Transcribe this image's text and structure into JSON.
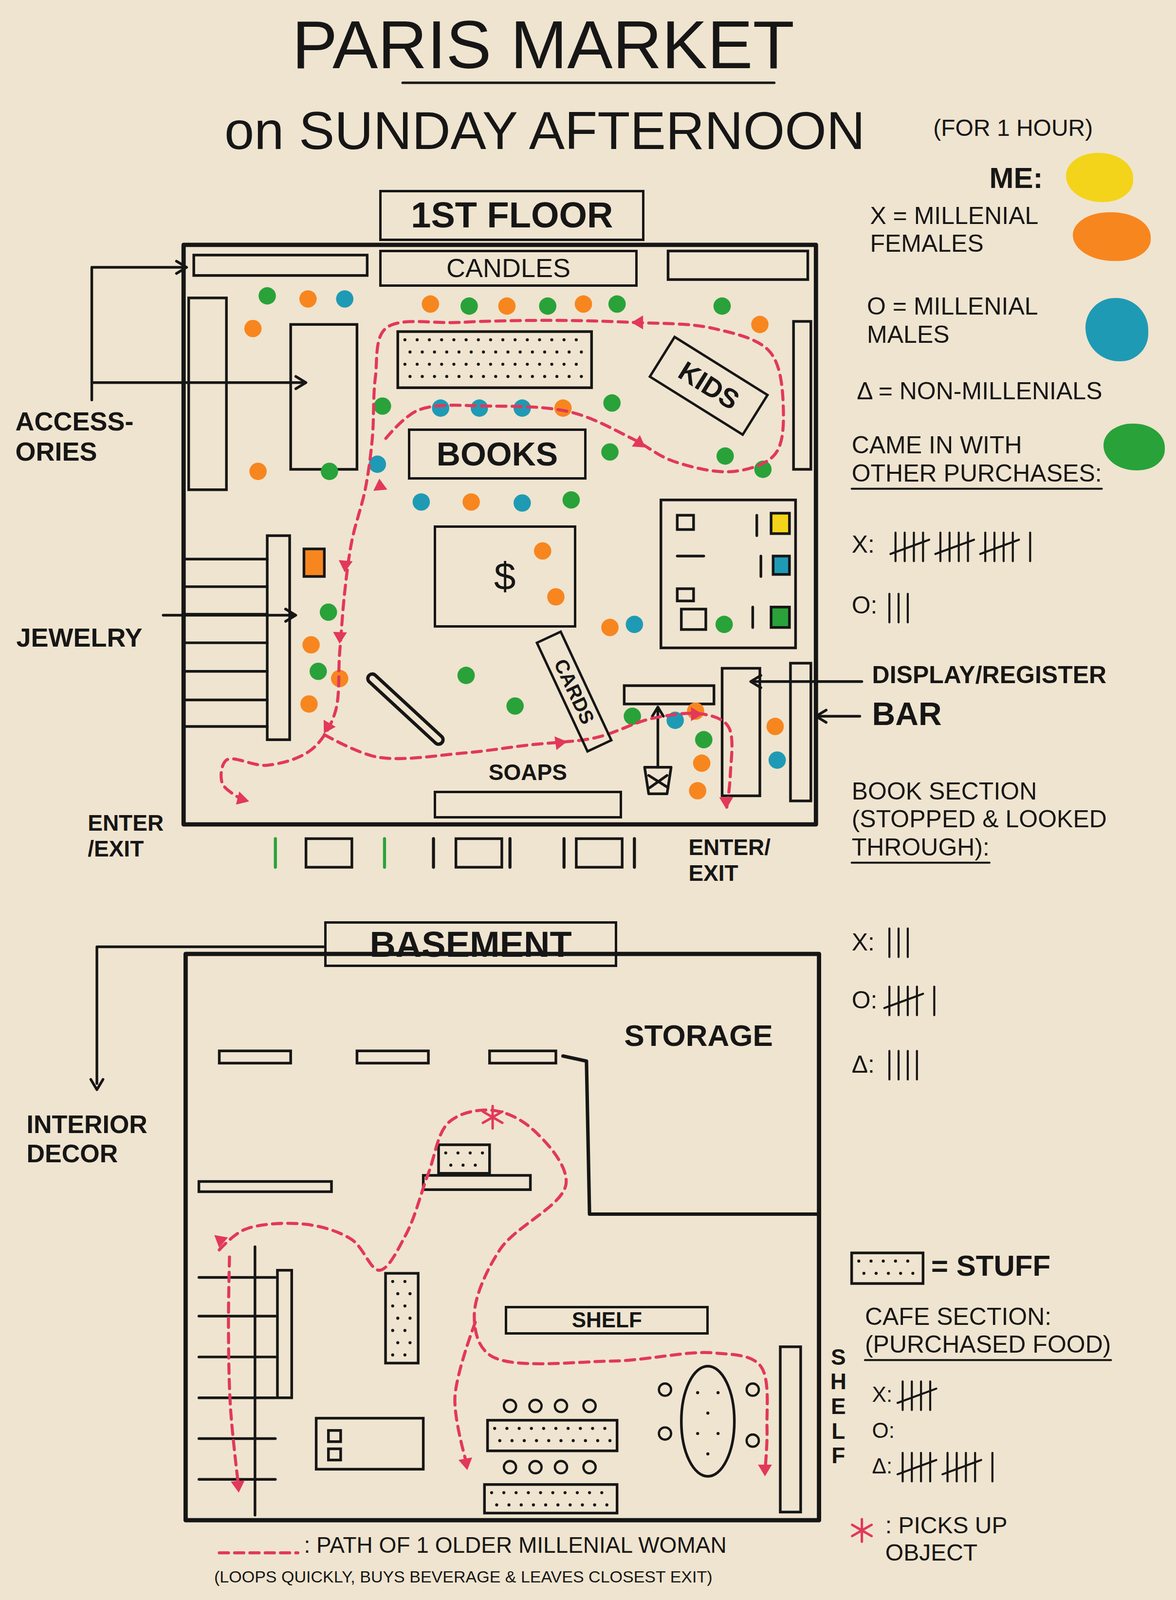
{
  "diagram": {
    "title": "PARIS MARKET",
    "nodes": [
      {
        "text": [
          "1ST FLOOR"
        ]
      },
      {
        "text": [
          "CANDLES"
        ]
      },
      {
        "text": [
          "KIDS"
        ]
      },
      {
        "text": [
          "BOOKS"
        ]
      },
      {
        "text": [
          "$"
        ]
      },
      {
        "text": [
          "CARDS"
        ]
      },
      {
        "text": [
          "SOAPS"
        ]
      },
      {
        "text": [
          "BASEMENT"
        ]
      },
      {
        "text": [
          "SHELF"
        ]
      }
    ],
    "labels": [
      "on SUNDAY AFTERNOON",
      "(FOR 1 HOUR)",
      "ACCESS- ORIES",
      "JEWELRY",
      "ENTER /EXIT",
      "ENTER/ EXIT",
      "DISPLAY/REGISTER",
      "BAR",
      "CAME IN WITH OTHER PURCHASES:",
      "X:",
      "O:",
      "BOOK SECTION (STOPPED & LOOKED THROUGH):",
      "X:",
      "O:",
      "Δ:",
      "INTERIOR DECOR",
      "STORAGE",
      "SHELF",
      "CAFE SECTION: (PURCHASED FOOD)",
      "X:",
      "O:",
      "Δ:",
      "(LOOPS QUICKLY, BUYS BEVERAGE & LEAVES CLOSEST EXIT)"
    ],
    "legend": [
      {
        "text": "ME:",
        "color": "#f3d41a"
      },
      {
        "text": "X = MILLENIAL FEMALES",
        "color": "#f7861f"
      },
      {
        "text": "O = MILLENIAL MALES",
        "color": "#1f9ab4"
      },
      {
        "text": "Δ = NON-MILLENIALS",
        "color": "#29a23a"
      },
      {
        "text": "= STUFF"
      },
      {
        "text": ": PICKS UP OBJECT"
      },
      {
        "text": ": PATH OF 1 OLDER MILLENIAL WOMAN"
      }
    ]
  }
}
